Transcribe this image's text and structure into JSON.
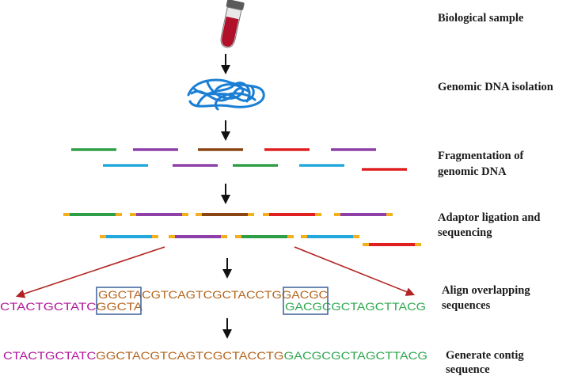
{
  "steps": {
    "biological_sample": "Biological sample",
    "dna_isolation": "Genomic DNA isolation",
    "fragmentation_line1": "Fragmentation of",
    "fragmentation_line2": "genomic DNA",
    "adaptor_line1": "Adaptor ligation and",
    "adaptor_line2": "sequencing",
    "align_line1": "Align overlapping",
    "align_line2": "sequences",
    "contig_line1": "Generate contig",
    "contig_line2": "sequence"
  },
  "sequences": {
    "left_read_purple": "CTACTGCTATC",
    "left_read_orange": "GGCTA",
    "middle_read": "GGCTACGTCAGTCGCTACCTGGACGC",
    "right_read_overlap": "GACGC",
    "right_read_green": "GCTAGCTTACG",
    "contig_purple": "CTACTGCTATC",
    "contig_orange": "GGCTACGTCAGTCGCTACCTG",
    "contig_green": "GACGCGCTAGCTTACG"
  },
  "colors": {
    "purple_text": "#b0169c",
    "orange_text": "#b5651d",
    "green_text": "#2fa84f",
    "green": "#2e9e47",
    "purple": "#8e3fa8",
    "brown": "#8b4513",
    "red": "#e02020",
    "cyan": "#22a8dc",
    "adaptor": "#f2b01e",
    "box": "#3b5e9a",
    "dark_red_arrow": "#b22222",
    "dna_blue": "#1a7fd4",
    "tube_red": "#b0102a"
  }
}
